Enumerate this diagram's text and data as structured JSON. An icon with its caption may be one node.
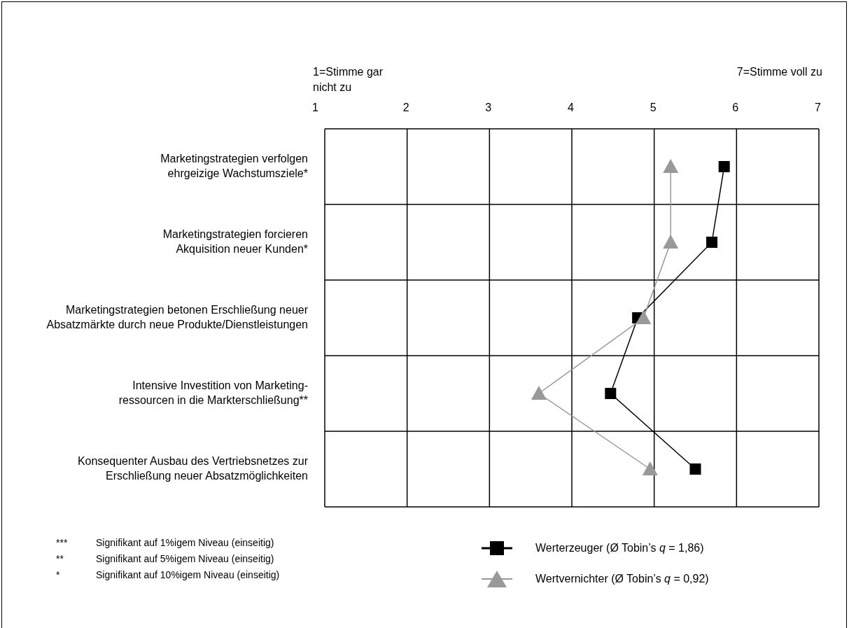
{
  "diagram": {
    "chart_data": {
      "type": "line",
      "orientation": "horizontal",
      "categories": [
        "Marketingstrategien verfolgen ehrgeizige Wachstumsziele*",
        "Marketingstrategien forcieren Akquisition neuer Kunden*",
        "Marketingstrategien betonen Erschließung neuer Absatzmärkte durch neue Produkte/Dienstleistungen",
        "Intensive Investition von Marketing- ressourcen in die Markterschließung**",
        "Konsequenter Ausbau des Vertriebsnetzes zur Erschließung neuer Absatzmöglichkeiten"
      ],
      "series": [
        {
          "color": "#000000",
          "marker": "square",
          "values": [
            5.85,
            5.7,
            4.8,
            4.47,
            5.5
          ]
        },
        {
          "color": "#999999",
          "marker": "triangle",
          "values": [
            5.2,
            5.2,
            4.87,
            3.6,
            4.95
          ]
        }
      ],
      "grid": true,
      "xlim": [
        1,
        7
      ],
      "xticks": [
        1,
        2,
        3,
        4,
        5,
        6,
        7
      ],
      "annotations": [
        "1=Stimme gar nicht zu",
        "7=Stimme voll zu"
      ]
    },
    "labels": [
      "***",
      "Signifikant auf 1%igem Niveau (einseitig)",
      "**",
      "Signifikant auf 5%igem Niveau (einseitig)",
      "*",
      "Signifikant auf 10%igem Niveau (einseitig)"
    ],
    "legend": [
      {
        "text": "Werterzeuger (Ø Tobin’s *q* = 1,86)"
      },
      {
        "text": "Wertvernichter (Ø Tobin’s *q* = 0,92)"
      }
    ]
  }
}
